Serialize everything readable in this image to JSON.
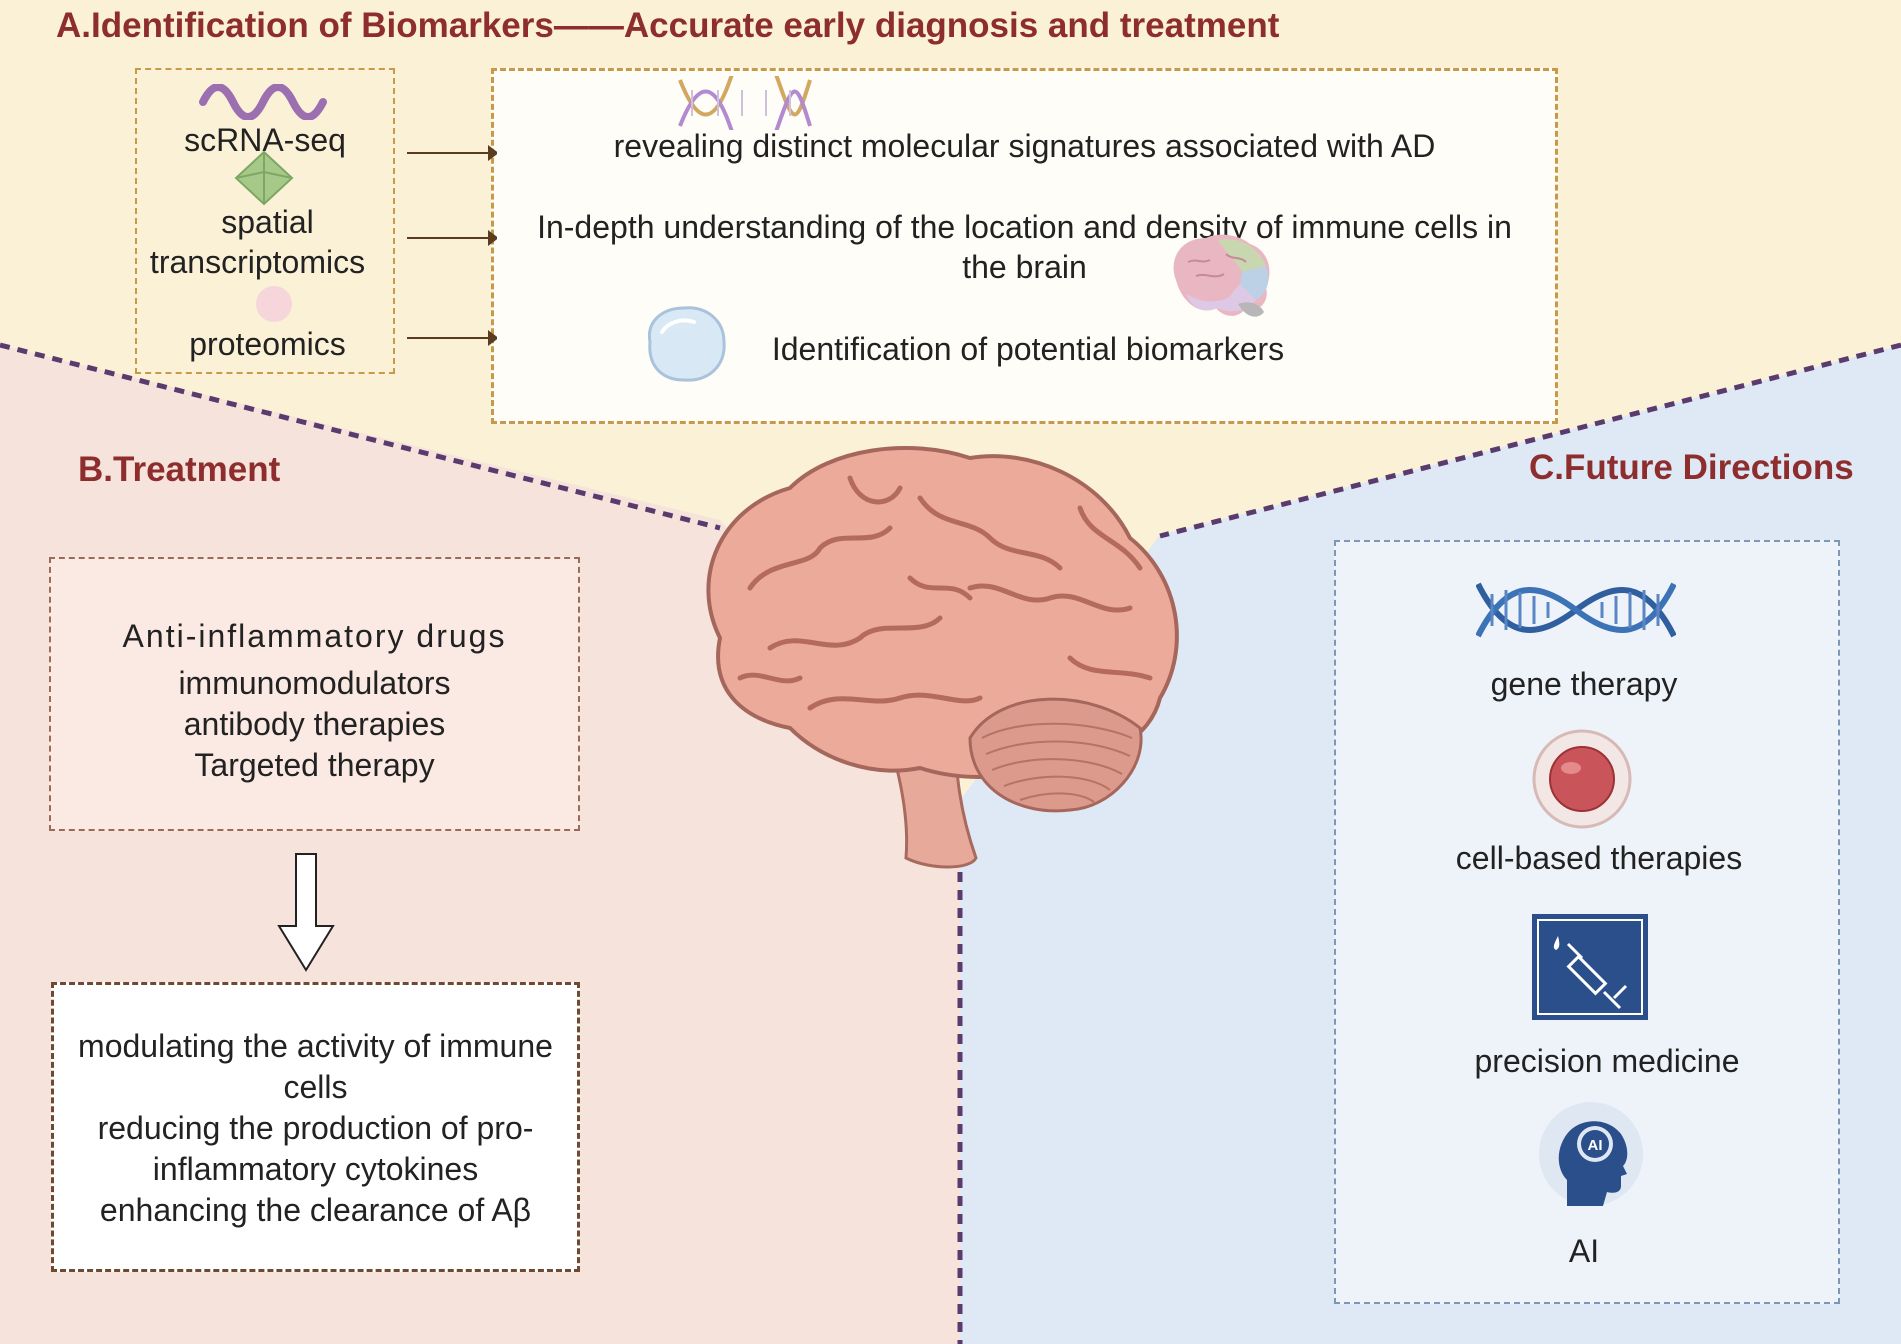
{
  "panel_a": {
    "title": "A.Identification of Biomarkers——Accurate early diagnosis and treatment",
    "methods": [
      "scRNA-seq",
      "spatial",
      "transcriptomics",
      "proteomics"
    ],
    "findings": {
      "line1": "revealing distinct molecular signatures associated with AD",
      "line2a": "In-depth understanding of the location and density of immune cells in",
      "line2b": "the brain",
      "line3": "Identification of potential biomarkers"
    }
  },
  "panel_b": {
    "title": "B.Treatment",
    "therapies": [
      "Anti-inflammatory drugs",
      "immunomodulators",
      "antibody therapies",
      "Targeted therapy"
    ],
    "effects": [
      "modulating the activity of immune",
      "cells",
      "reducing the production of pro-",
      "inflammatory cytokines",
      "enhancing the clearance of Aβ"
    ]
  },
  "panel_c": {
    "title": "C.Future Directions",
    "items": [
      "gene therapy",
      "cell-based therapies",
      "precision medicine",
      "AI"
    ],
    "ai_badge": "AI"
  },
  "colors": {
    "title": "#8e2d2d",
    "panel_a_bg": "#fbf1d6",
    "panel_b_bg": "#f5e3dc",
    "panel_c_bg": "#dfe8f5",
    "divider": "#5a3b6e"
  },
  "icons": [
    "rna-wave-icon",
    "crystal-icon",
    "protein-dot-icon",
    "dna-helix-icon",
    "brain-color-icon",
    "cell-icon",
    "brain-icon",
    "dna-icon",
    "cell-sphere-icon",
    "syringe-icon",
    "ai-head-icon",
    "down-arrow-icon"
  ]
}
